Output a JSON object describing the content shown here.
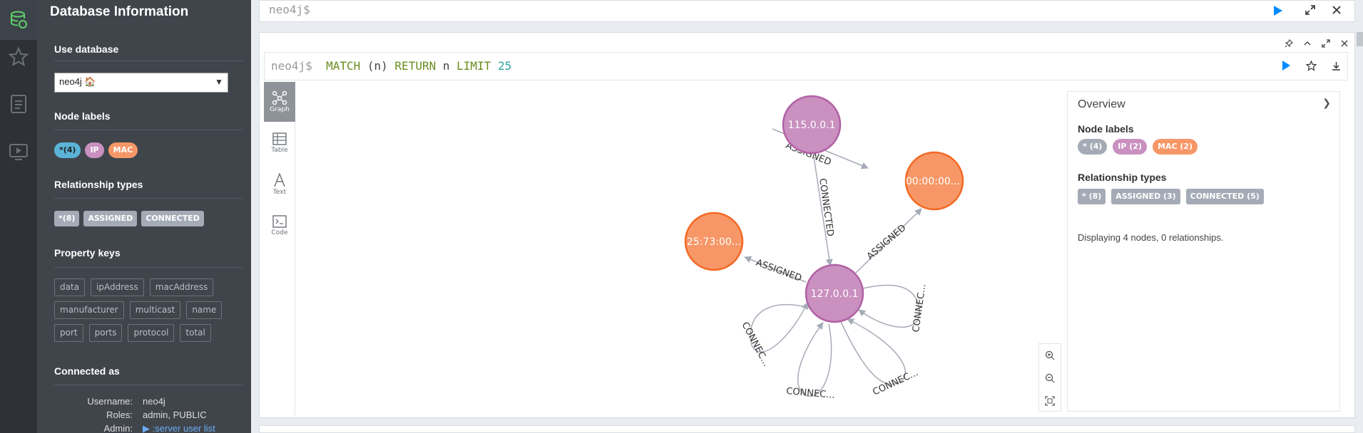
{
  "drawer": {
    "title": "Database Information",
    "use_database": {
      "label": "Use database",
      "selected": "neo4j 🏠"
    },
    "node_labels": {
      "title": "Node labels",
      "items": [
        {
          "label": "*(4)",
          "color": "#5bb3d8"
        },
        {
          "label": "IP",
          "color": "#c990c0"
        },
        {
          "label": "MAC",
          "color": "#f79767"
        }
      ]
    },
    "relationship_types": {
      "title": "Relationship types",
      "items": [
        "*(8)",
        "ASSIGNED",
        "CONNECTED"
      ]
    },
    "property_keys": {
      "title": "Property keys",
      "items": [
        "data",
        "ipAddress",
        "macAddress",
        "manufacturer",
        "multicast",
        "name",
        "port",
        "ports",
        "protocol",
        "total"
      ]
    },
    "connected_as": {
      "title": "Connected as",
      "username_label": "Username:",
      "username": "neo4j",
      "roles_label": "Roles:",
      "roles": "admin, PUBLIC",
      "admin_label": "Admin:",
      "admin_link": ":server user list"
    }
  },
  "top_editor": {
    "prompt": "neo4j$"
  },
  "frame": {
    "query": {
      "prompt": "neo4j$",
      "kw1": "MATCH",
      "pattern": "(n)",
      "kw2": "RETURN",
      "var": "n",
      "kw3": "LIMIT",
      "limit": "25"
    },
    "view_tabs": [
      {
        "label": "Graph",
        "icon": "graph-icon",
        "active": true
      },
      {
        "label": "Table",
        "icon": "table-icon",
        "active": false
      },
      {
        "label": "Text",
        "icon": "text-icon",
        "active": false
      },
      {
        "label": "Code",
        "icon": "code-icon",
        "active": false
      }
    ],
    "graph": {
      "nodes": [
        {
          "id": "n1",
          "caption": "115.0.0.1",
          "label": "IP"
        },
        {
          "id": "n2",
          "caption": "00:00:00...",
          "label": "MAC"
        },
        {
          "id": "n3",
          "caption": "25:73:00...",
          "label": "MAC"
        },
        {
          "id": "n4",
          "caption": "127.0.0.1",
          "label": "IP"
        }
      ],
      "relationships": [
        {
          "from": "n1",
          "to": "n2",
          "type": "ASSIGNED"
        },
        {
          "from": "n1",
          "to": "n4",
          "type": "CONNECTED"
        },
        {
          "from": "n4",
          "to": "n2",
          "type": "ASSIGNED"
        },
        {
          "from": "n4",
          "to": "n3",
          "type": "ASSIGNED"
        },
        {
          "from": "n4",
          "to": "n4",
          "type": "CONNEC..."
        },
        {
          "from": "n4",
          "to": "n4",
          "type": "CONNEC..."
        },
        {
          "from": "n4",
          "to": "n4",
          "type": "CONNEC..."
        },
        {
          "from": "n4",
          "to": "n4",
          "type": "CONNEC..."
        }
      ],
      "colors": {
        "IP_fill": "#c990c0",
        "IP_stroke": "#b261a5",
        "MAC_fill": "#f79767",
        "MAC_stroke": "#f36924"
      }
    },
    "overview": {
      "title": "Overview",
      "node_labels_title": "Node labels",
      "node_labels": [
        {
          "label": "* (4)",
          "color": "#a5abb6"
        },
        {
          "label": "IP (2)",
          "color": "#c990c0"
        },
        {
          "label": "MAC (2)",
          "color": "#f79767"
        }
      ],
      "relationship_types_title": "Relationship types",
      "relationship_types": [
        "* (8)",
        "ASSIGNED (3)",
        "CONNECTED (5)"
      ],
      "summary": "Displaying 4 nodes, 0 relationships."
    }
  },
  "colors": {
    "accent": "#018bff",
    "rail": "#2e3237",
    "drawer": "#40454c"
  }
}
